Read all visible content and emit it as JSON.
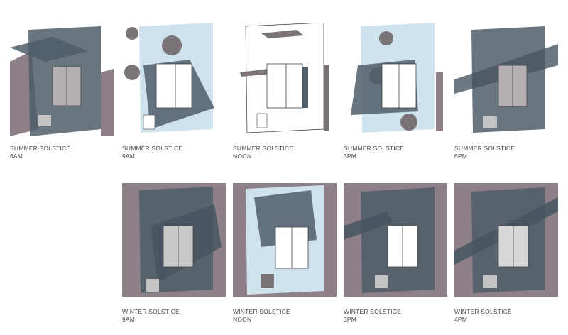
{
  "panels": [
    {
      "season": "SUMMER SOLSTICE",
      "time": "6AM"
    },
    {
      "season": "SUMMER SOLSTICE",
      "time": "9AM"
    },
    {
      "season": "SUMMER SOLSTICE",
      "time": "NOON"
    },
    {
      "season": "SUMMER SOLSTICE",
      "time": "3PM"
    },
    {
      "season": "SUMMER SOLSTICE",
      "time": "6PM"
    },
    {
      "season": "WINTER SOLSTICE",
      "time": "9AM"
    },
    {
      "season": "WINTER SOLSTICE",
      "time": "NOON"
    },
    {
      "season": "WINTER SOLSTICE",
      "time": "3PM"
    },
    {
      "season": "WINTER SOLSTICE",
      "time": "4PM"
    }
  ],
  "colors": {
    "shadow_overlay": "#4f5d68",
    "shadow_dark": "#485660",
    "ground_shadow": "#8e8088",
    "site_light": "#cfe3ee",
    "building": "#d7d7d7",
    "building_line": "#444444"
  }
}
